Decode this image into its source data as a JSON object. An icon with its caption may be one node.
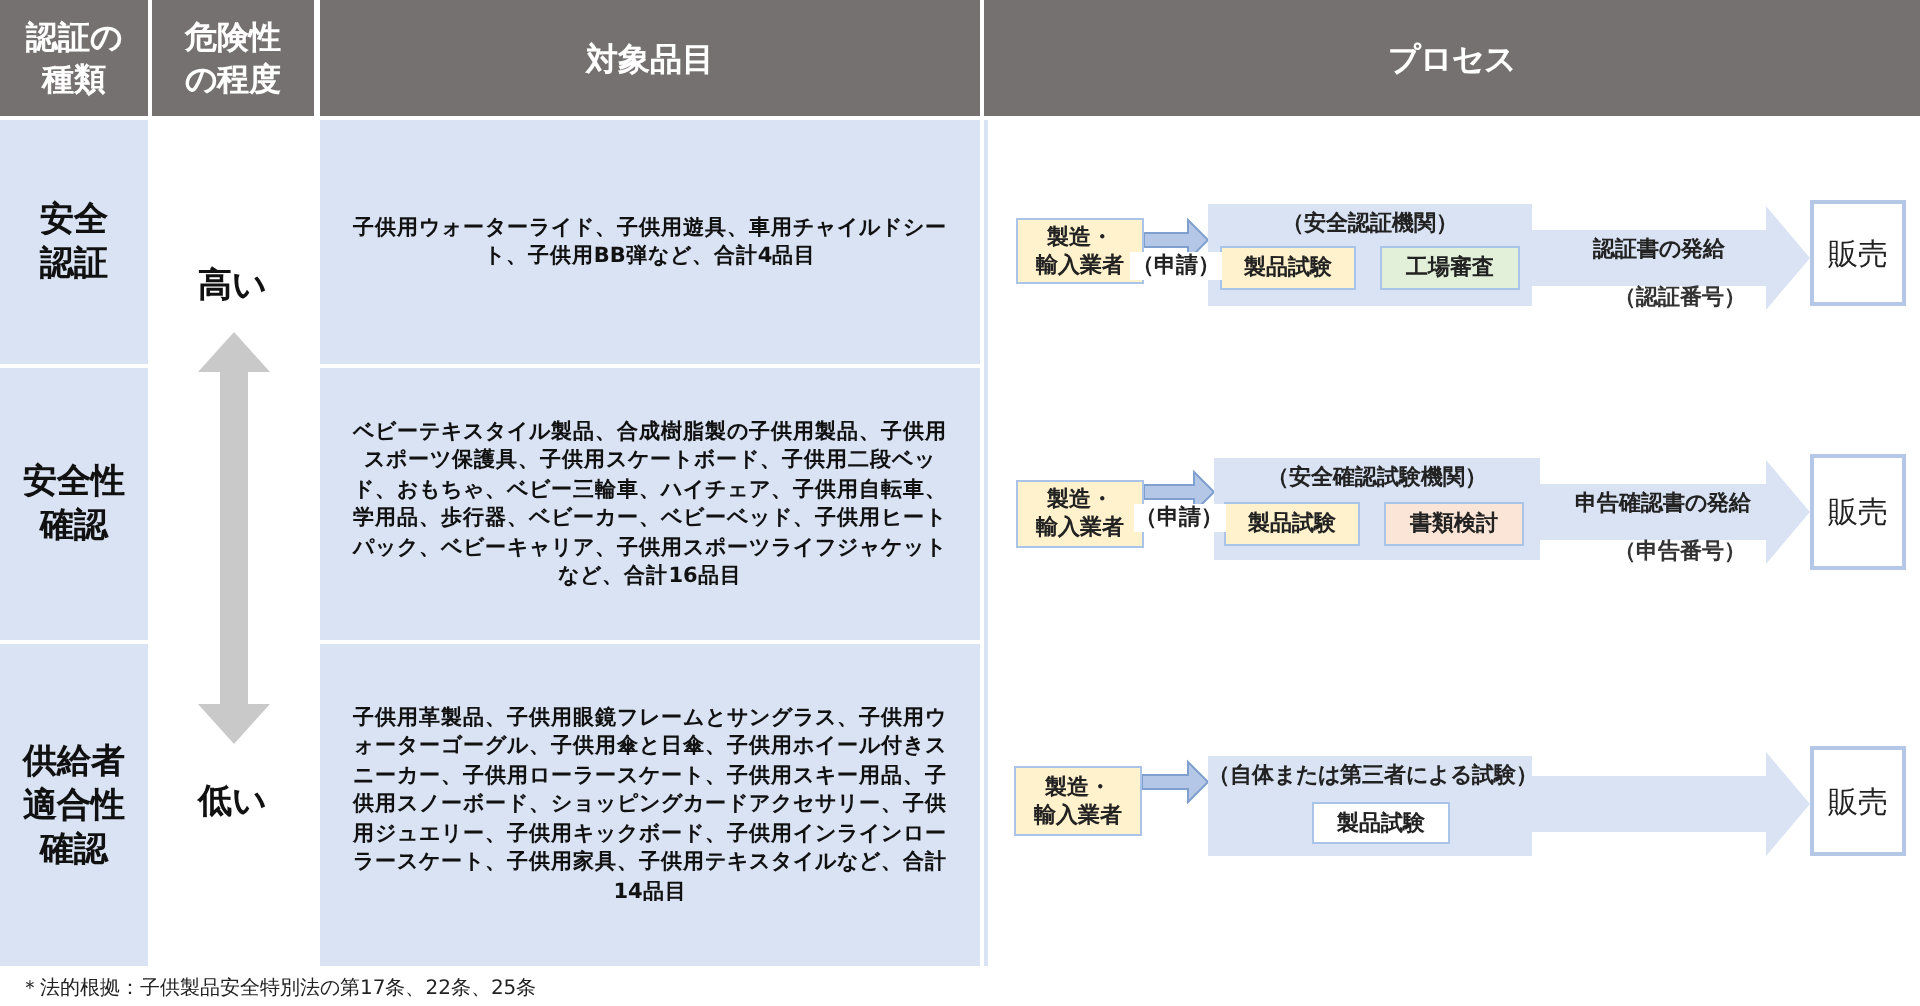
{
  "diagram": {
    "nodes": [
      {
        "text": [
          "製造・輸入業者"
        ]
      },
      {
        "text": [
          "（安全認証機関）"
        ]
      },
      {
        "text": [
          "製品試験"
        ],
        "in": 1
      },
      {
        "text": [
          "工場審査"
        ],
        "in": 1
      },
      {
        "text": [
          "販売"
        ]
      },
      {
        "text": [
          "製造・輸入業者"
        ]
      },
      {
        "text": [
          "（安全確認試験機関）"
        ]
      },
      {
        "text": [
          "製品試験"
        ],
        "in": 6
      },
      {
        "text": [
          "書類検討"
        ],
        "in": 6
      },
      {
        "text": [
          "販売"
        ]
      },
      {
        "text": [
          "製造・輸入業者"
        ]
      },
      {
        "text": [
          "（自体または第三者による試験）"
        ]
      },
      {
        "text": [
          "製品試験"
        ],
        "in": 11
      },
      {
        "text": [
          "販売"
        ]
      }
    ],
    "edges": [
      {
        "from": 0,
        "to": 1,
        "arrow": "to",
        "label": "（申請）"
      },
      {
        "from": 1,
        "to": 4,
        "arrow": "to",
        "label": "認証書の発給",
        "style": "thick"
      },
      {
        "from": 5,
        "to": 6,
        "arrow": "to",
        "label": "（申請）"
      },
      {
        "from": 6,
        "to": 9,
        "arrow": "to",
        "label": "申告確認書の発給",
        "style": "thick"
      },
      {
        "from": 10,
        "to": 11,
        "arrow": "to"
      },
      {
        "from": 11,
        "to": 13,
        "arrow": "to",
        "style": "thick"
      }
    ],
    "labels": [
      "認証の種類",
      "危険性の程度",
      "対象品目",
      "プロセス",
      "安全認証",
      "高い",
      "子供用ウォーターライド、子供用遊具、車用チャイルドシート、子供用BB弾など、合計4品目",
      "（認証番号）",
      "安全性確認",
      "ベビーテキスタイル製品、合成樹脂製の子供用製品、子供用スポーツ保護具、子供用スケートボード、子供用二段ベッド、おもちゃ、ベビー三輪車、ハイチェア、子供用自転車、学用品、歩行器、ベビーカー、ベビーベッド、子供用ヒートパック、ベビーキャリア、子供用スポーツライフジャケットなど、合計16品目",
      "（申告番号）",
      "供給者適合性確認",
      "低い",
      "子供用革製品、子供用眼鏡フレームとサングラス、子供用ウォーターゴーグル、子供用傘と日傘、子供用ホイール付きスニーカー、子供用ローラースケート、子供用スキー用品、子供用スノーボード、ショッピングカードアクセサリー、子供用ジュエリー、子供用キックボード、子供用インラインローラースケート、子供用家具、子供用テキスタイルなど、合計14品目",
      "＊法的根拠：子供製品安全特別法の第17条、22条、25条"
    ]
  }
}
